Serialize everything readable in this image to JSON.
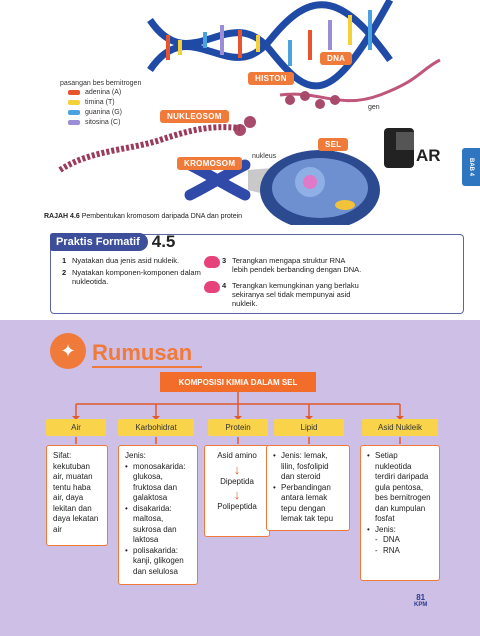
{
  "figure": {
    "labels": {
      "dna": "DNA",
      "histon": "HISTON",
      "gen": "gen",
      "nukleosom": "NUKLEOSOM",
      "sel": "SEL",
      "kromosom": "KROMOSOM",
      "nukleus": "nukleus"
    },
    "legend": {
      "title": "pasangan bes bernitrogen",
      "items": [
        {
          "label": "adenina (A)",
          "color": "#e8542d"
        },
        {
          "label": "timina (T)",
          "color": "#f5d137"
        },
        {
          "label": "guanina (G)",
          "color": "#4aa3df"
        },
        {
          "label": "sitosina (C)",
          "color": "#9c8ed6"
        }
      ]
    },
    "ar_label": "AR",
    "caption_bold": "RAJAH 4.6",
    "caption_text": " Pembentukan kromosom daripada DNA dan protein",
    "side_tab": "BAB 4"
  },
  "praktis": {
    "label": "Praktis Formatif",
    "number": "4.5",
    "questions": [
      {
        "n": "1",
        "text": "Nyatakan dua jenis asid nukleik."
      },
      {
        "n": "2",
        "text": "Nyatakan komponen-komponen dalam nukleotida."
      },
      {
        "n": "3",
        "text": "Terangkan mengapa struktur RNA lebih pendek berbanding dengan DNA."
      },
      {
        "n": "4",
        "text": "Terangkan kemungkinan yang berlaku sekiranya sel tidak mempunyai asid nukleik."
      }
    ]
  },
  "rumusan": {
    "title": "Rumusan",
    "main": "KOMPOSISI KIMIA DALAM SEL",
    "categories": [
      "Air",
      "Karbohidrat",
      "Protein",
      "Lipid",
      "Asid Nukleik"
    ],
    "air": "Sifat: kekutuban air, muatan tentu haba air, daya lekitan dan daya lekatan air",
    "karbo": {
      "head": "Jenis:",
      "items": [
        "monosakarida: glukosa, fruktosa dan galaktosa",
        "disakarida: maltosa, sukrosa dan laktosa",
        "polisakarida: kanji, glikogen dan selulosa"
      ]
    },
    "protein": [
      "Asid amino",
      "Dipeptida",
      "Polipeptida"
    ],
    "lipid": [
      "Jenis: lemak, lilin, fosfolipid dan steroid",
      "Perbandingan antara lemak tepu dengan lemak tak tepu"
    ],
    "asid": {
      "item1": "Setiap nukleotida terdiri daripada gula pentosa, bes bernitrogen dan kumpulan fosfat",
      "item2": "Jenis:",
      "sub": [
        "DNA",
        "RNA"
      ]
    }
  },
  "page": {
    "number": "81",
    "publisher": "KPM"
  }
}
